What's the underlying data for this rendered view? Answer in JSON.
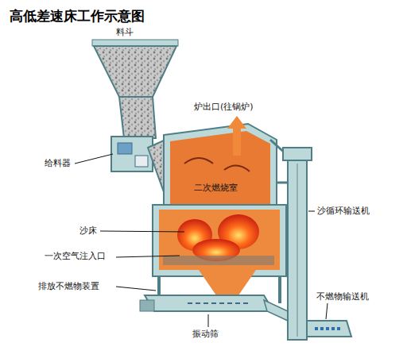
{
  "diagram": {
    "title": "高低差速床工作示意图",
    "labels": [
      "料斗",
      "给料器",
      "炉出口(往锅炉)",
      "二次燃烧室",
      "沙循环输送机",
      "沙床",
      "一次空气注入口",
      "排放不燃物装置",
      "不燃物输送机",
      "振动筛"
    ]
  }
}
